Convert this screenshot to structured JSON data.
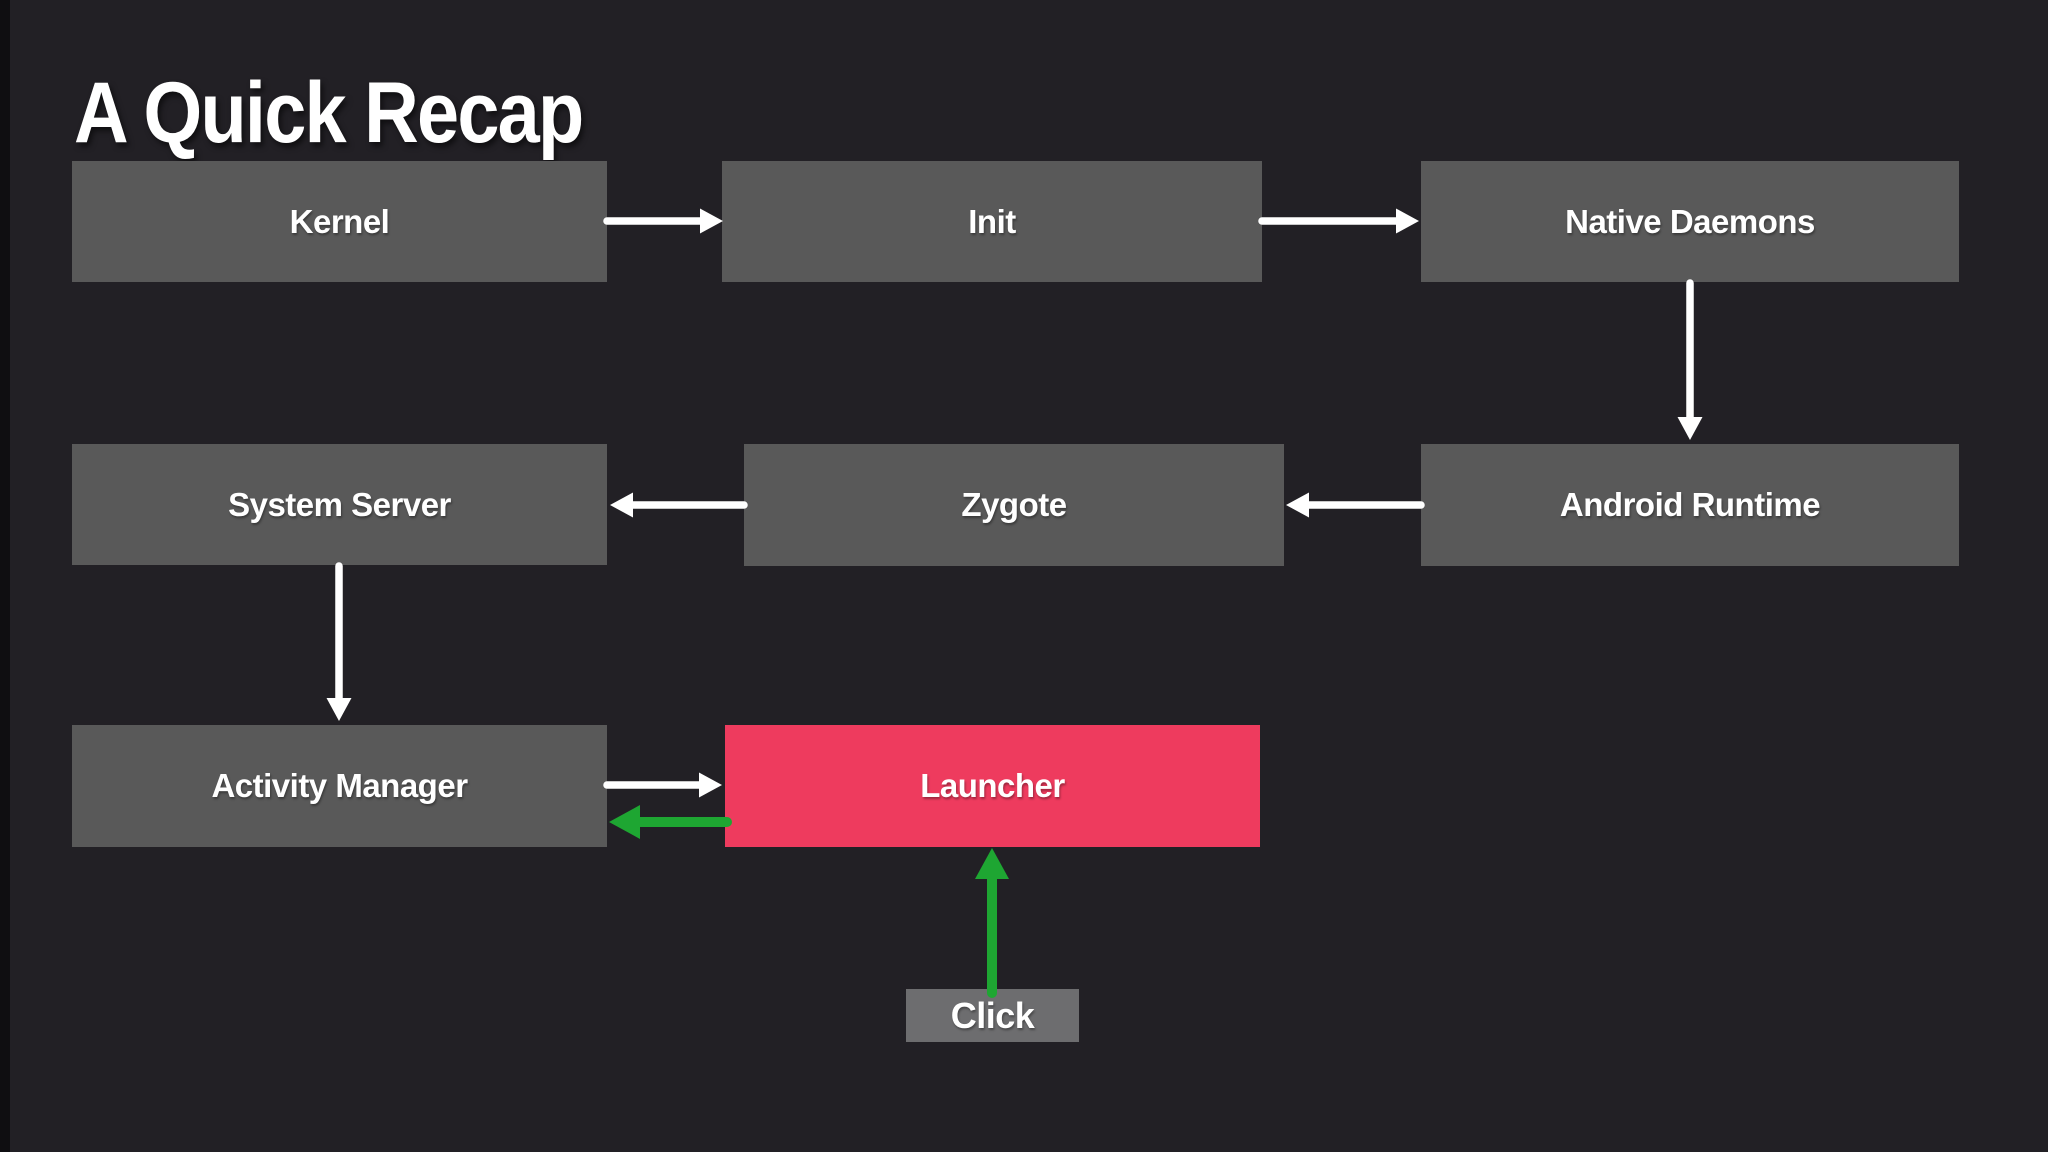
{
  "title": "A Quick Recap",
  "colors": {
    "background": "#222025",
    "box_gray": "#595959",
    "box_gray_light": "#6d6d6f",
    "launcher_pink": "#ee3b5e",
    "arrow_white": "#ffffff",
    "arrow_green": "#1ea632",
    "text": "#ffffff"
  },
  "diagram": {
    "nodes": [
      {
        "id": "kernel",
        "label": "Kernel"
      },
      {
        "id": "init",
        "label": "Init"
      },
      {
        "id": "native-daemons",
        "label": "Native Daemons"
      },
      {
        "id": "system-server",
        "label": "System Server"
      },
      {
        "id": "zygote",
        "label": "Zygote"
      },
      {
        "id": "android-runtime",
        "label": "Android Runtime"
      },
      {
        "id": "activity-manager",
        "label": "Activity Manager"
      },
      {
        "id": "launcher",
        "label": "Launcher",
        "highlighted": true
      },
      {
        "id": "click",
        "label": "Click"
      }
    ],
    "edges": [
      {
        "from": "Kernel",
        "to": "Init",
        "color": "white"
      },
      {
        "from": "Init",
        "to": "Native Daemons",
        "color": "white"
      },
      {
        "from": "Native Daemons",
        "to": "Android Runtime",
        "color": "white"
      },
      {
        "from": "Android Runtime",
        "to": "Zygote",
        "color": "white"
      },
      {
        "from": "Zygote",
        "to": "System Server",
        "color": "white"
      },
      {
        "from": "System Server",
        "to": "Activity Manager",
        "color": "white"
      },
      {
        "from": "Activity Manager",
        "to": "Launcher",
        "color": "white"
      },
      {
        "from": "Launcher",
        "to": "Activity Manager",
        "color": "green"
      },
      {
        "from": "Click",
        "to": "Launcher",
        "color": "green"
      }
    ]
  }
}
